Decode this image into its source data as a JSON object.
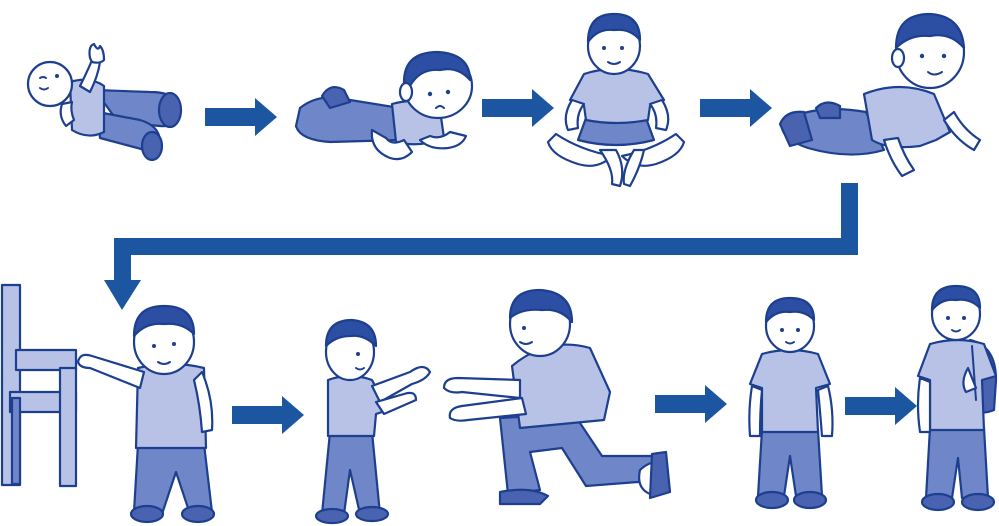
{
  "diagram": {
    "stages": [
      {
        "id": "lying-on-back"
      },
      {
        "id": "lying-on-tummy"
      },
      {
        "id": "sitting"
      },
      {
        "id": "crawling"
      },
      {
        "id": "standing-with-support"
      },
      {
        "id": "first-steps-to-adult"
      },
      {
        "id": "standing-alone"
      },
      {
        "id": "school-child"
      }
    ],
    "colors": {
      "fill_light": "#b7c2e6",
      "fill_mid": "#6f86c8",
      "fill_dark": "#4a63b0",
      "outline": "#1d3f8f",
      "arrow": "#1d56a0",
      "skin": "#ffffff"
    }
  }
}
